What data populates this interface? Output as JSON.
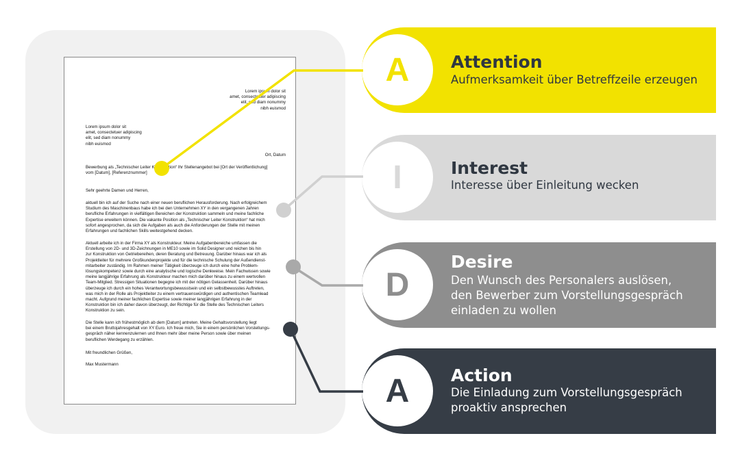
{
  "letter": {
    "sender": [
      "Lorem ipsum dolor sit",
      "amet, consectetuer adipiscing",
      "elit, sed diam nonummy",
      "nibh euismod"
    ],
    "recipient": [
      "Lorem ipsum dolor sit",
      "amet, consectetuer adipiscing",
      "elit, sed diam nonummy",
      "nibh euismod"
    ],
    "place_date": "Ort, Datum",
    "subject": [
      "Bewerbung als „Technischer Leiter Konstruktion“ Ihr Stellenangebot bei [Ort der Veröffentlichung]",
      "vom [Datum], [Referenznummer]"
    ],
    "salutation": "Sehr geehrte Damen und Herren,",
    "para1": [
      "aktuell bin ich auf der Suche nach einer neuen beruflichen Herausforderung. Nach erfolgreichem",
      "Studium des Maschinenbaus habe ich bei den Unternehmen XY in den vergangenen Jahren",
      "berufliche Erfahrungen in vielfältigen Bereichen der Konstruktion sammeln und meine fachliche",
      "Expertise erweitern können. Die vakante Position als „Technischer Leiter Konstruktion“ hat mich",
      "sofort angesprochen, da sich die Aufgaben als auch die Anforderungen der Stelle mit meinen",
      "Erfahrungen und fachlichen Skills weitestgehend decken."
    ],
    "para2": [
      "Aktuell arbeite ich in der Firma XY als Konstrukteur. Meine Aufgabenbereiche umfassen die",
      "Erstellung von 2D- und 3D-Zeichnungen in ME10 sowie im Solid Designer und reichen bis hin",
      "zur Konstruktion von Getriebereihen, deren Beratung und Betreuung. Darüber hinaus war ich als",
      "Projektleiter für mehrere Großkundenprojekte und für die technische Schulung der Außendienst-",
      "mitarbeiter zuständig. Im Rahmen meiner Tätigkeit überzeuge ich durch eine hohe Problem-",
      "lösungskompetenz sowie durch eine analytische und logische Denkweise. Mein Fachwissen sowie",
      "meine langjährige Erfahrung als Konstrukteur machen mich darüber hinaus zu einem wertvollen",
      "Team-Mitglied. Stressigen Situationen begegne ich mit der nötigen Gelassenheit. Darüber hinaus",
      "überzeuge ich durch ein hohes Verantwortungsbewusstsein und ein selbstbewusstes Auftreten,",
      "was mich in der Rolle als Projektleiter zu einem vertrauenswürdigen und authentischen Teamlead",
      "macht. Aufgrund meiner fachlichen Expertise sowie meiner langjährigen Erfahrung in der",
      "Konstruktion bin ich daher davon überzeugt, der Richtige für die Stelle des Technischen Leiters",
      "Konstruktion zu sein."
    ],
    "para3": [
      "Die Stelle kann ich frühestmöglich ab dem [Datum] antreten. Meine Gehaltsvorstellung liegt",
      "bei einem Bruttojahresgehalt von XY Euro. Ich freue mich, Sie in einem persönlichen Vorstellungs-",
      "gespräch näher kennenzulernen und Ihnen mehr über meine Person sowie über meinen",
      "beruflichen Werdegang zu erzählen."
    ],
    "closing": "Mit freundlichen Grüßen,",
    "signature": "Max Mustermann"
  },
  "stages": [
    {
      "letter": "A",
      "title": "Attention",
      "description": "Aufmerksamkeit über Betreffzeile erzeugen",
      "color": "#f2e200",
      "text_color": "#2f3741"
    },
    {
      "letter": "I",
      "title": "Interest",
      "description": "Interesse über Einleitung wecken",
      "color": "#d9d9d9",
      "text_color": "#2f3741"
    },
    {
      "letter": "D",
      "title": "Desire",
      "description": "Den Wunsch des Personalers auslösen,\nden Bewerber zum Vorstellungsgespräch\neinladen zu wollen",
      "color": "#8e8e8e",
      "text_color": "#ffffff"
    },
    {
      "letter": "A",
      "title": "Action",
      "description": "Die Einladung zum Vorstellungsgespräch\nproaktiv ansprechen",
      "color": "#363d46",
      "text_color": "#ffffff"
    }
  ],
  "connector_colors": [
    "#f2e200",
    "#d0d0d0",
    "#a9a9a9",
    "#363d46"
  ]
}
